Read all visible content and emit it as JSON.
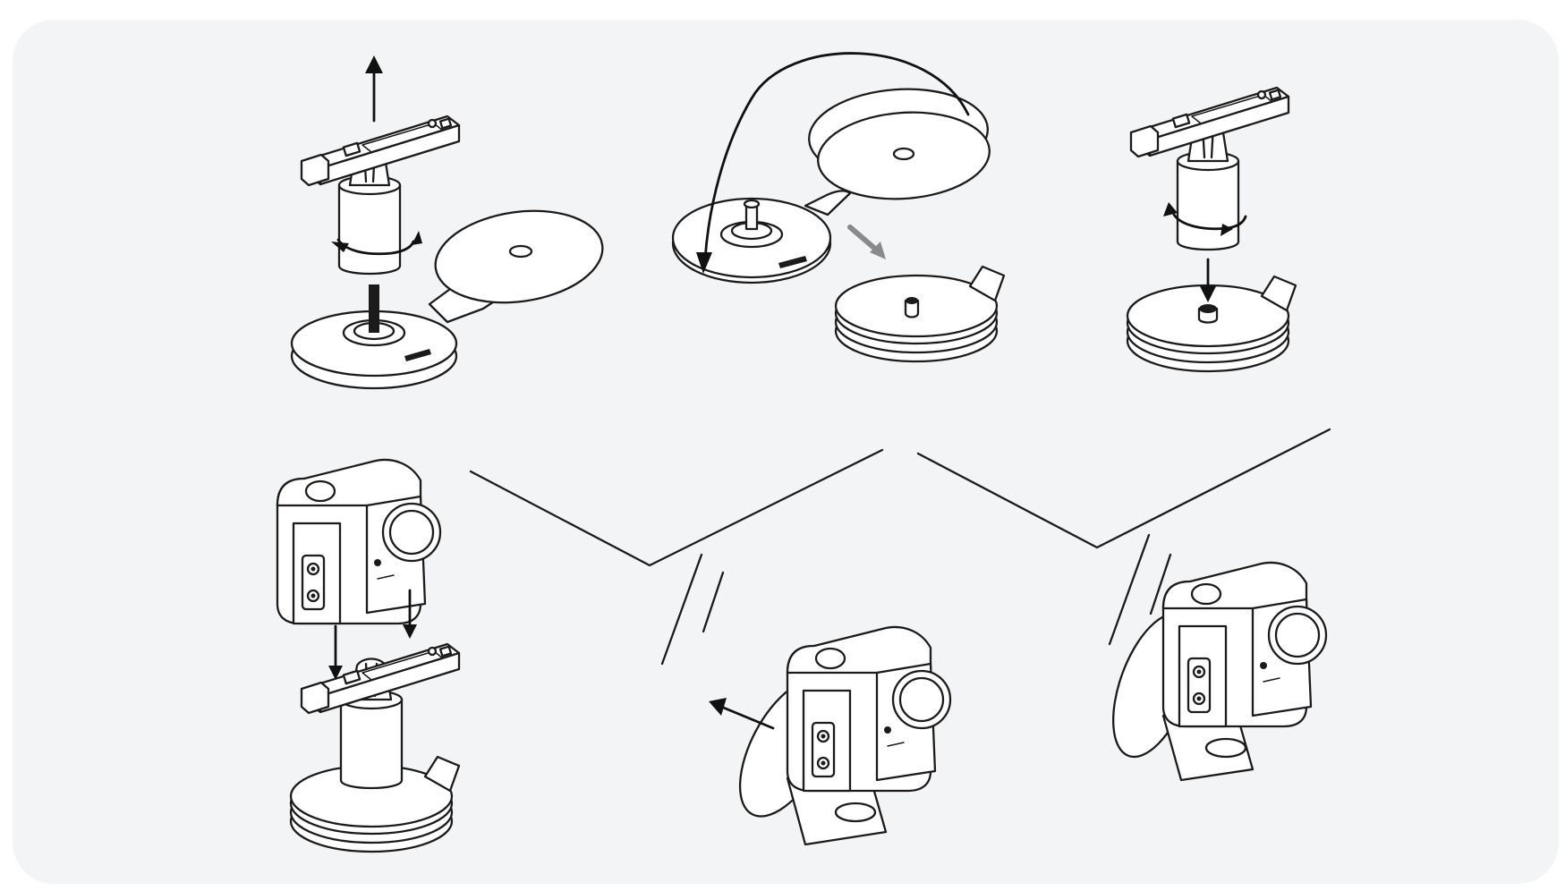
{
  "figure": {
    "steps": [
      {
        "name": "remove-mount-from-base"
      },
      {
        "name": "peel-adhesive-and-attach-pad"
      },
      {
        "name": "screw-mount-onto-pad"
      },
      {
        "name": "attach-camera-to-mount"
      },
      {
        "name": "tilt-camera-away"
      },
      {
        "name": "tilt-camera-back"
      }
    ],
    "colors": {
      "panel": "#f3f4f6",
      "line": "#1b1b1b",
      "fill": "#ffffff",
      "gray-arrow": "#8a8a8a"
    },
    "icons": [
      "arrow-up-icon",
      "rotate-arrows-icon",
      "curved-arrow-icon",
      "gray-arrow-icon",
      "arrow-down-icon",
      "motion-lines-icon"
    ]
  }
}
